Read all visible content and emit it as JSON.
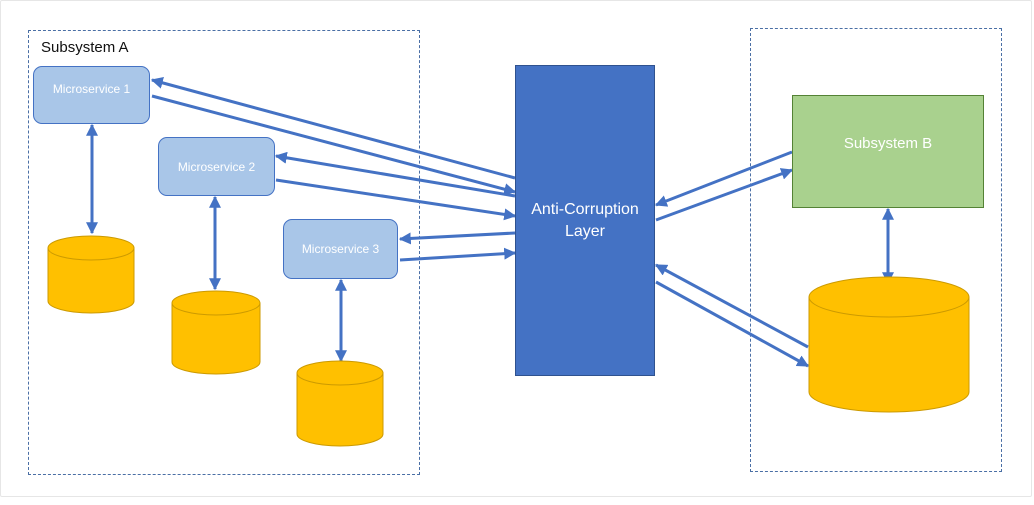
{
  "subsystem_a": {
    "label": "Subsystem A"
  },
  "microservices": [
    {
      "label": "Microservice 1"
    },
    {
      "label": "Microservice 2"
    },
    {
      "label": "Microservice 3"
    }
  ],
  "acl": {
    "line1": "Anti-Corruption",
    "line2": "Layer"
  },
  "subsystem_b": {
    "label": "Subsystem B"
  },
  "colors": {
    "microservice_fill": "#a9c6e8",
    "acl_fill": "#4472c4",
    "subsystem_b_fill": "#a9d18e",
    "database_fill": "#ffc000",
    "arrow": "#4472c4",
    "group_border": "#4a6fa5"
  }
}
